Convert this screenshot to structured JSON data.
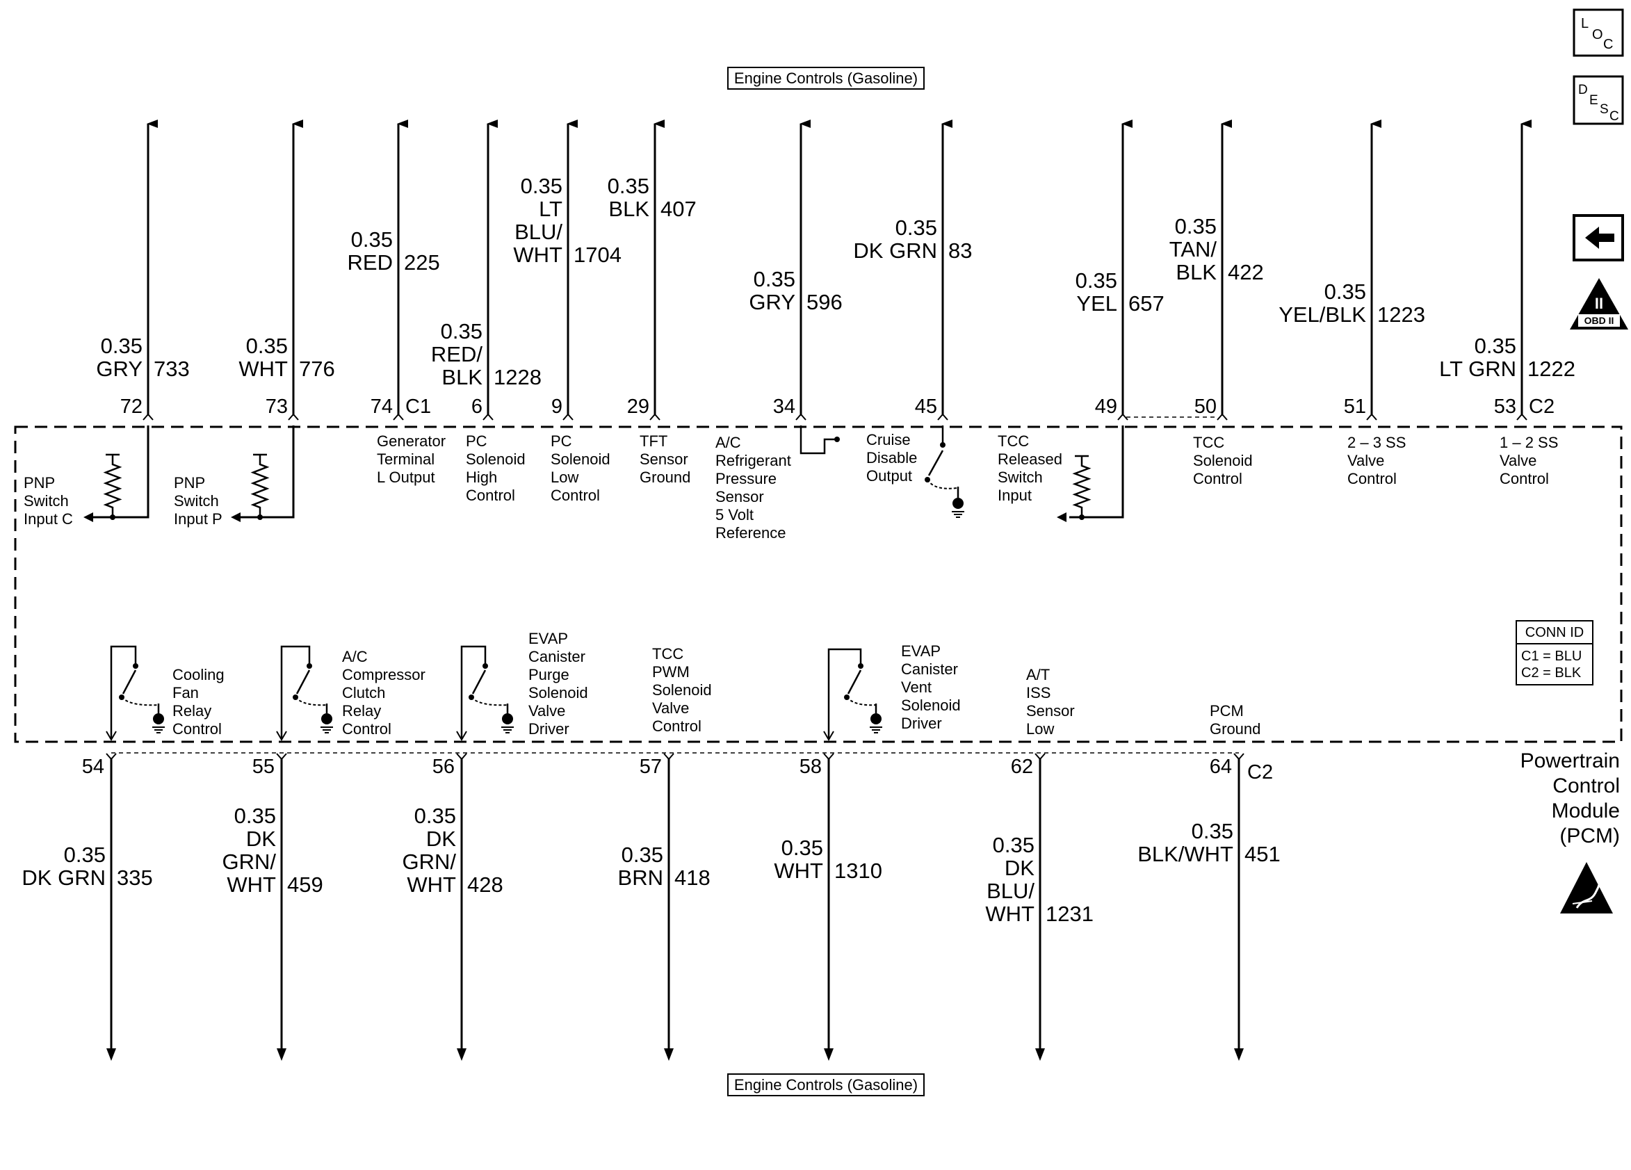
{
  "diagram": {
    "title_top": "Engine Controls (Gasoline)",
    "title_bottom": "Engine Controls (Gasoline)",
    "module_name": [
      "Powertrain",
      "Control",
      "Module",
      "(PCM)"
    ],
    "conn_id": {
      "header": "CONN ID",
      "rows": [
        "C1 = BLU",
        "C2 = BLK"
      ]
    },
    "side_icons": [
      {
        "name": "loc-icon",
        "text": "LOC"
      },
      {
        "name": "desc-icon",
        "text": "DESC"
      },
      {
        "name": "back-arrow-icon",
        "text": ""
      },
      {
        "name": "obd-ii-icon",
        "text": "OBD II"
      },
      {
        "name": "esd-icon",
        "text": ""
      }
    ],
    "top_circuits": [
      {
        "pin": "72",
        "gauge": "0.35",
        "color": [
          "GRY"
        ],
        "circuit": "733",
        "desc": [
          "PNP",
          "Switch",
          "Input C"
        ]
      },
      {
        "pin": "73",
        "gauge": "0.35",
        "color": [
          "WHT"
        ],
        "circuit": "776",
        "desc": [
          "PNP",
          "Switch",
          "Input P"
        ]
      },
      {
        "pin": "74",
        "conn": "C1",
        "gauge": "0.35",
        "color": [
          "RED"
        ],
        "circuit": "225",
        "desc": [
          "Generator",
          "Terminal",
          "L Output"
        ]
      },
      {
        "pin": "6",
        "gauge": "0.35",
        "color": [
          "RED/",
          "BLK"
        ],
        "circuit": "1228",
        "desc": [
          "PC",
          "Solenoid",
          "High",
          "Control"
        ]
      },
      {
        "pin": "9",
        "gauge": "0.35",
        "color": [
          "LT",
          "BLU/",
          "WHT"
        ],
        "circuit": "1704",
        "desc": [
          "PC",
          "Solenoid",
          "Low",
          "Control"
        ]
      },
      {
        "pin": "29",
        "gauge": "0.35",
        "color": [
          "BLK"
        ],
        "circuit": "407",
        "desc": [
          "TFT",
          "Sensor",
          "Ground"
        ]
      },
      {
        "pin": "34",
        "gauge": "0.35",
        "color": [
          "GRY"
        ],
        "circuit": "596",
        "desc": [
          "A/C",
          "Refrigerant",
          "Pressure",
          "Sensor",
          "5 Volt",
          "Reference"
        ]
      },
      {
        "pin": "45",
        "gauge": "0.35",
        "color": [
          "DK GRN"
        ],
        "circuit": "83",
        "desc": [
          "Cruise",
          "Disable",
          "Output"
        ]
      },
      {
        "pin": "49",
        "gauge": "0.35",
        "color": [
          "YEL"
        ],
        "circuit": "657",
        "desc": [
          "TCC",
          "Released",
          "Switch",
          "Input"
        ]
      },
      {
        "pin": "50",
        "gauge": "0.35",
        "color": [
          "TAN/",
          "BLK"
        ],
        "circuit": "422",
        "desc": [
          "TCC",
          "Solenoid",
          "Control"
        ]
      },
      {
        "pin": "51",
        "gauge": "0.35",
        "color": [
          "YEL/BLK"
        ],
        "circuit": "1223",
        "desc": [
          "2 – 3 SS",
          "Valve",
          "Control"
        ]
      },
      {
        "pin": "53",
        "conn": "C2",
        "gauge": "0.35",
        "color": [
          "LT GRN"
        ],
        "circuit": "1222",
        "desc": [
          "1 – 2 SS",
          "Valve",
          "Control"
        ]
      }
    ],
    "bottom_circuits": [
      {
        "pin": "54",
        "gauge": "0.35",
        "color": [
          "DK GRN"
        ],
        "circuit": "335",
        "desc": [
          "Cooling",
          "Fan",
          "Relay",
          "Control"
        ]
      },
      {
        "pin": "55",
        "gauge": "0.35",
        "color": [
          "DK",
          "GRN/",
          "WHT"
        ],
        "circuit": "459",
        "desc": [
          "A/C",
          "Compressor",
          "Clutch",
          "Relay",
          "Control"
        ]
      },
      {
        "pin": "56",
        "gauge": "0.35",
        "color": [
          "DK",
          "GRN/",
          "WHT"
        ],
        "circuit": "428",
        "desc": [
          "EVAP",
          "Canister",
          "Purge",
          "Solenoid",
          "Valve",
          "Driver"
        ]
      },
      {
        "pin": "57",
        "gauge": "0.35",
        "color": [
          "BRN"
        ],
        "circuit": "418",
        "desc": [
          "TCC",
          "PWM",
          "Solenoid",
          "Valve",
          "Control"
        ]
      },
      {
        "pin": "58",
        "gauge": "0.35",
        "color": [
          "WHT"
        ],
        "circuit": "1310",
        "desc": [
          "EVAP",
          "Canister",
          "Vent",
          "Solenoid",
          "Driver"
        ]
      },
      {
        "pin": "62",
        "gauge": "0.35",
        "color": [
          "DK",
          "BLU/",
          "WHT"
        ],
        "circuit": "1231",
        "desc": [
          "A/T",
          "ISS",
          "Sensor",
          "Low"
        ]
      },
      {
        "pin": "64",
        "conn": "C2",
        "gauge": "0.35",
        "color": [
          "BLK/WHT"
        ],
        "circuit": "451",
        "desc": [
          "PCM",
          "Ground"
        ]
      }
    ]
  }
}
